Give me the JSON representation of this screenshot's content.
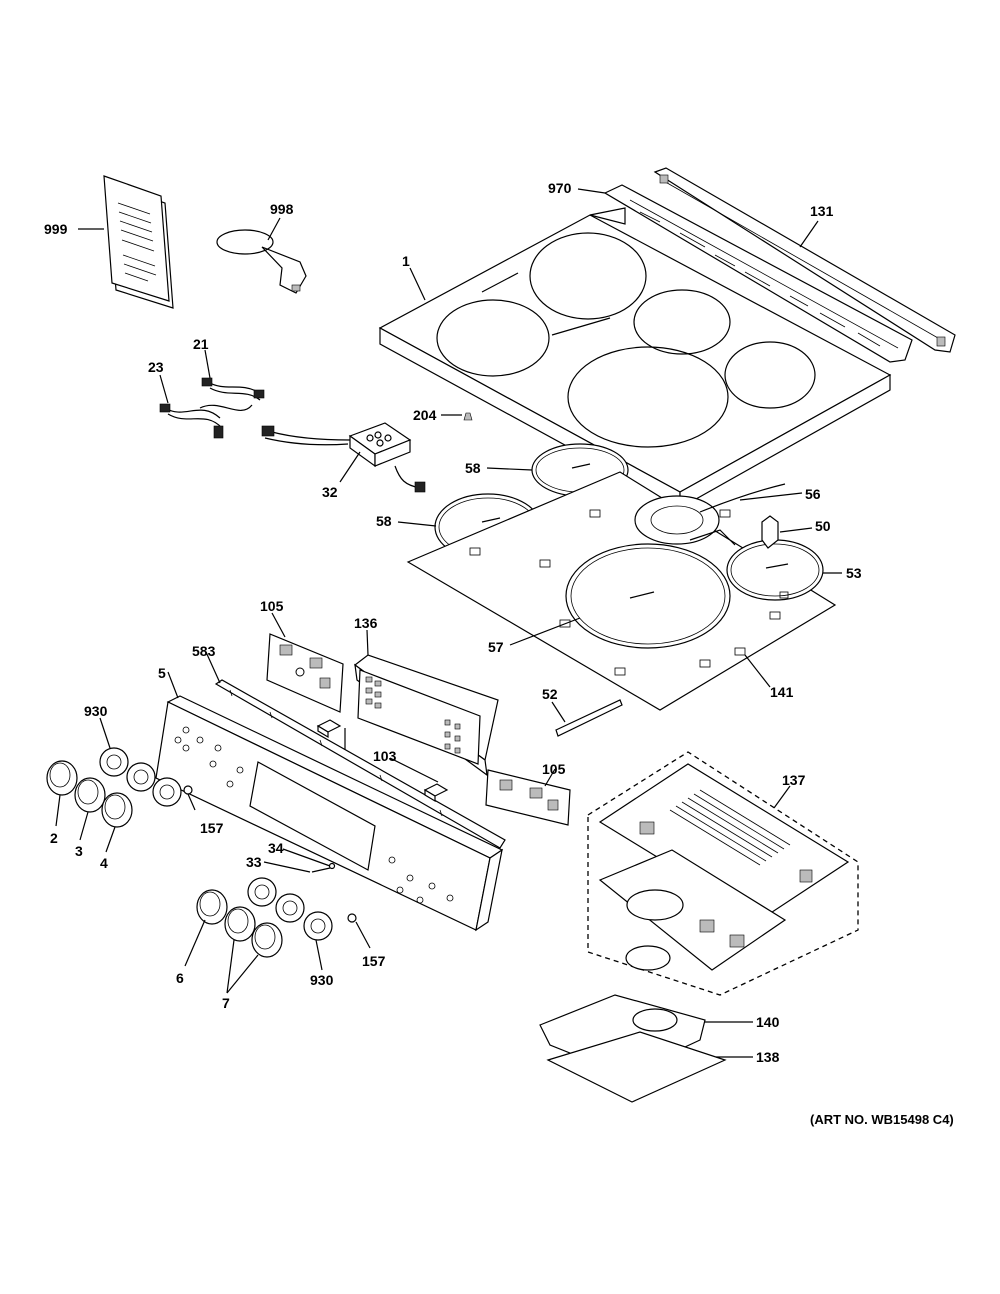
{
  "art_number": "(ART NO. WB15498 C4)",
  "parts": {
    "p999": "999",
    "p998": "998",
    "p970": "970",
    "p131": "131",
    "p1": "1",
    "p21": "21",
    "p23": "23",
    "p204": "204",
    "p32": "32",
    "p58a": "58",
    "p58b": "58",
    "p56": "56",
    "p50": "50",
    "p53": "53",
    "p57": "57",
    "p141": "141",
    "p105a": "105",
    "p136": "136",
    "p583": "583",
    "p5": "5",
    "p930a": "930",
    "p103": "103",
    "p105b": "105",
    "p52": "52",
    "p137": "137",
    "p157a": "157",
    "p2": "2",
    "p3": "3",
    "p4": "4",
    "p34": "34",
    "p33": "33",
    "p6": "6",
    "p7": "7",
    "p930b": "930",
    "p157b": "157",
    "p140": "140",
    "p138": "138"
  }
}
